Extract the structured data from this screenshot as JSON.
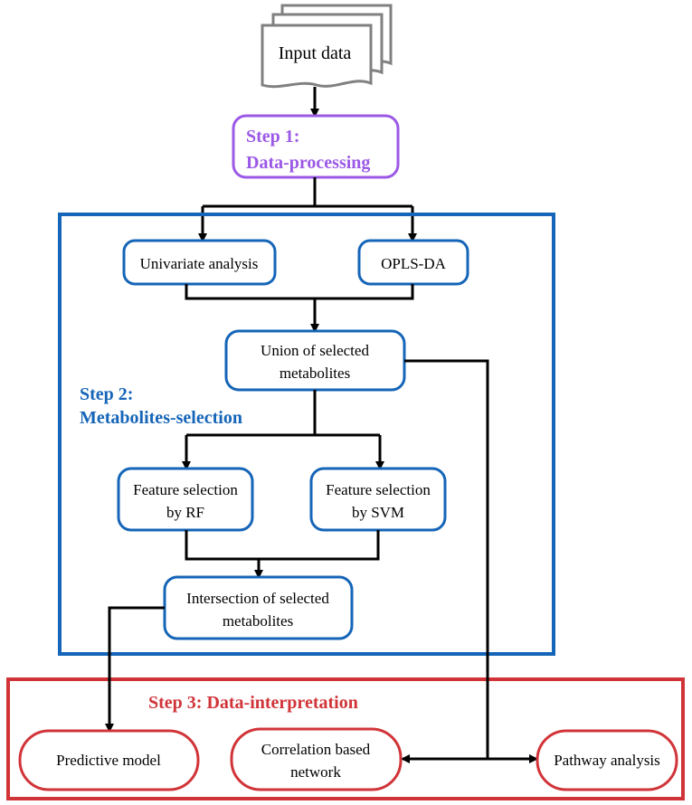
{
  "colors": {
    "step1": "#9b59e6",
    "step2": "#1565b8",
    "step3": "#d13438",
    "node_border_blue": "#1565b8",
    "node_border_red": "#d13438",
    "arrow": "#000000",
    "document": "#808080"
  },
  "input": {
    "label": "Input data"
  },
  "step1": {
    "line1": "Step 1:",
    "line2": "Data-processing"
  },
  "step2": {
    "line1": "Step 2:",
    "line2": "Metabolites-selection",
    "univariate": "Univariate analysis",
    "oplsda": "OPLS-DA",
    "union_line1": "Union of selected",
    "union_line2": "metabolites",
    "rf_line1": "Feature selection",
    "rf_line2": "by RF",
    "svm_line1": "Feature selection",
    "svm_line2": "by SVM",
    "intersection_line1": "Intersection of selected",
    "intersection_line2": "metabolites"
  },
  "step3": {
    "title": "Step 3: Data-interpretation",
    "predictive": "Predictive model",
    "correlation_line1": "Correlation based",
    "correlation_line2": "network",
    "pathway": "Pathway analysis"
  }
}
